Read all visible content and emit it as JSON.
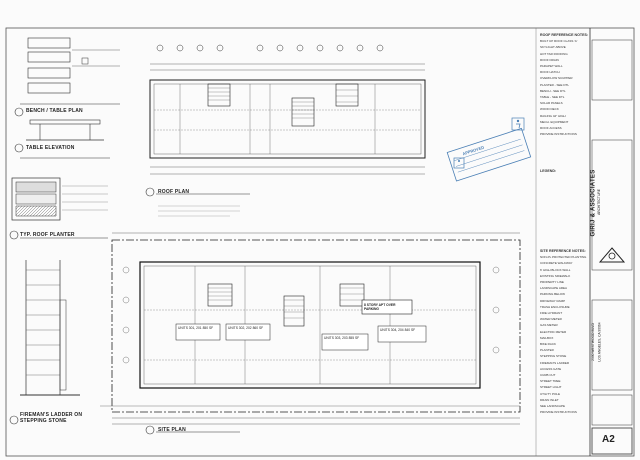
{
  "sheet": {
    "number": "A2",
    "firm_name": "GIRIJ & ASSOCIATES",
    "firm_sub": "ARCHITECTURE",
    "firm_address_lines": [
      "2300 WESTWOOD BLVD",
      "LOS ANGELES, CA 90064"
    ]
  },
  "views": {
    "bench_plan": "BENCH / TABLE PLAN",
    "table_elevation": "TABLE ELEVATION",
    "roof_planter": "TYP. ROOF PLANTER",
    "roof_plan": "ROOF PLAN",
    "site_plan": "SITE PLAN",
    "firemans_ladder": "FIREMAN'S LADDER ON STEPPING STONE"
  },
  "notes": {
    "roof_title": "ROOF REFERENCE NOTES:",
    "roof_items": [
      "BUILT UP ROOF CLASS 'A'",
      "SKYLIGHT ABOVE",
      "HOT TAR ROOFING",
      "ROOF DRAIN",
      "PARAPET WALL",
      "ROOF HATCH",
      "OVERFLOW SCUPPER",
      "PLANTER - SEE DTL",
      "BENCH - SEE DTL",
      "TABLE - SEE DTL",
      "SOLAR PANELS",
      "WOOD DECK",
      "RAILING 42\" HIGH",
      "MECH. EQUIPMENT",
      "ROOF ACCESS",
      "PROVIDE INSTRUCTIONS"
    ],
    "legend_title": "LEGEND:",
    "site_title": "SITE REFERENCE NOTES:",
    "site_items": [
      "NON-PL PROTECTED PLANTING",
      "CONCRETE WALKWAY",
      "6' HIGH BLOCK WALL",
      "EXISTING SIDEWALK",
      "PROPERTY LINE",
      "LANDSCAPE AREA",
      "PARKING BELOW",
      "DRIVEWAY RAMP",
      "TRASH ENCLOSURE",
      "FIRE HYDRANT",
      "WATER METER",
      "GAS METER",
      "ELECTRIC METER",
      "MAILBOX",
      "BIKE RACK",
      "PLANTER",
      "STEPPING STONE",
      "FIREMAN'S LADDER",
      "ACCESS GATE",
      "CURB CUT",
      "STREET TREE",
      "STREET LIGHT",
      "UTILITY POLE",
      "DRAIN INLET",
      "SEE LANDSCAPE",
      "PROVIDE INSTRUCTIONS"
    ]
  },
  "units": [
    {
      "name": "UNITS 301, 201",
      "area": "850 SF"
    },
    {
      "name": "UNITS 302, 202",
      "area": "860 SF"
    },
    {
      "name": "UNITS 303, 203",
      "area": "855 SF"
    },
    {
      "name": "UNITS 304, 204",
      "area": "840 SF"
    },
    {
      "name": "8 STORY APT OVER PARKING",
      "area": ""
    }
  ],
  "stamp_text": "APPROVED",
  "accent": "#4a7fb5"
}
